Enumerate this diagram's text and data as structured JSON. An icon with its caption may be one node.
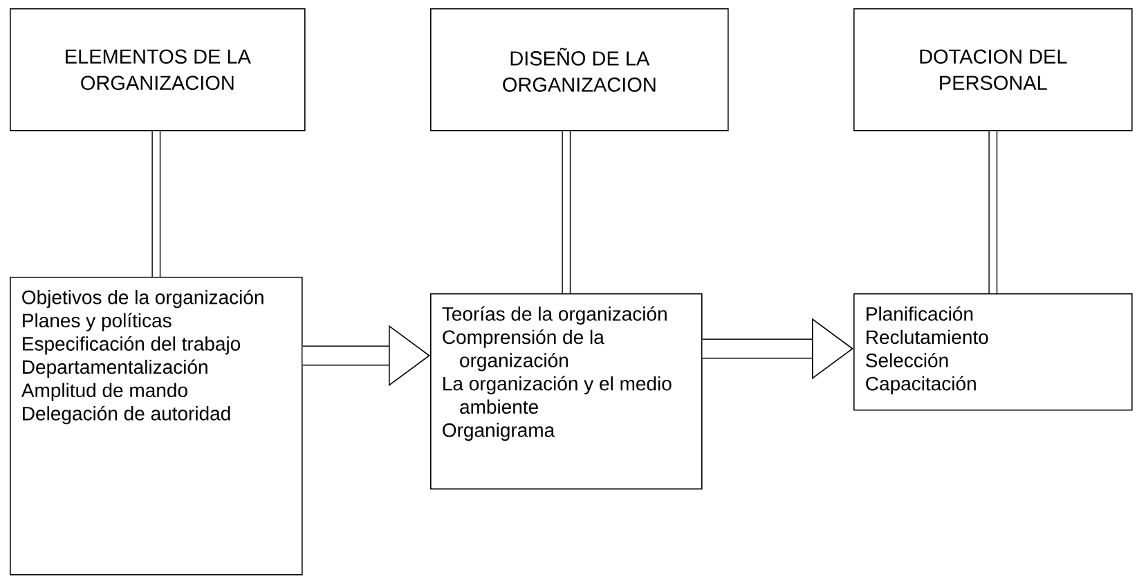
{
  "diagram": {
    "nodes": [
      {
        "text": [
          "ELEMENTOS DE LA ORGANIZACION"
        ]
      },
      {
        "text": [
          "DISEÑO DE LA ORGANIZACION"
        ]
      },
      {
        "text": [
          "DOTACION DEL PERSONAL"
        ]
      },
      {
        "text": [
          "Objetivos de la organización",
          "Planes y políticas",
          "Especificación del trabajo",
          "Departamentalización",
          "Amplitud de mando",
          "Delegación de autoridad"
        ]
      },
      {
        "text": [
          "Teorías de la organización",
          "Comprensión de la organización",
          "La organización y el medio ambiente",
          "Organigrama"
        ]
      },
      {
        "text": [
          "Planificación",
          "Reclutamiento",
          "Selección",
          "Capacitación"
        ]
      }
    ],
    "edges": [
      {
        "from": 0,
        "to": 3,
        "arrow": "none"
      },
      {
        "from": 1,
        "to": 4,
        "arrow": "none"
      },
      {
        "from": 2,
        "to": 5,
        "arrow": "none"
      },
      {
        "from": 3,
        "to": 4,
        "arrow": "to",
        "style": "thick"
      },
      {
        "from": 4,
        "to": 5,
        "arrow": "to",
        "style": "thick"
      }
    ]
  }
}
